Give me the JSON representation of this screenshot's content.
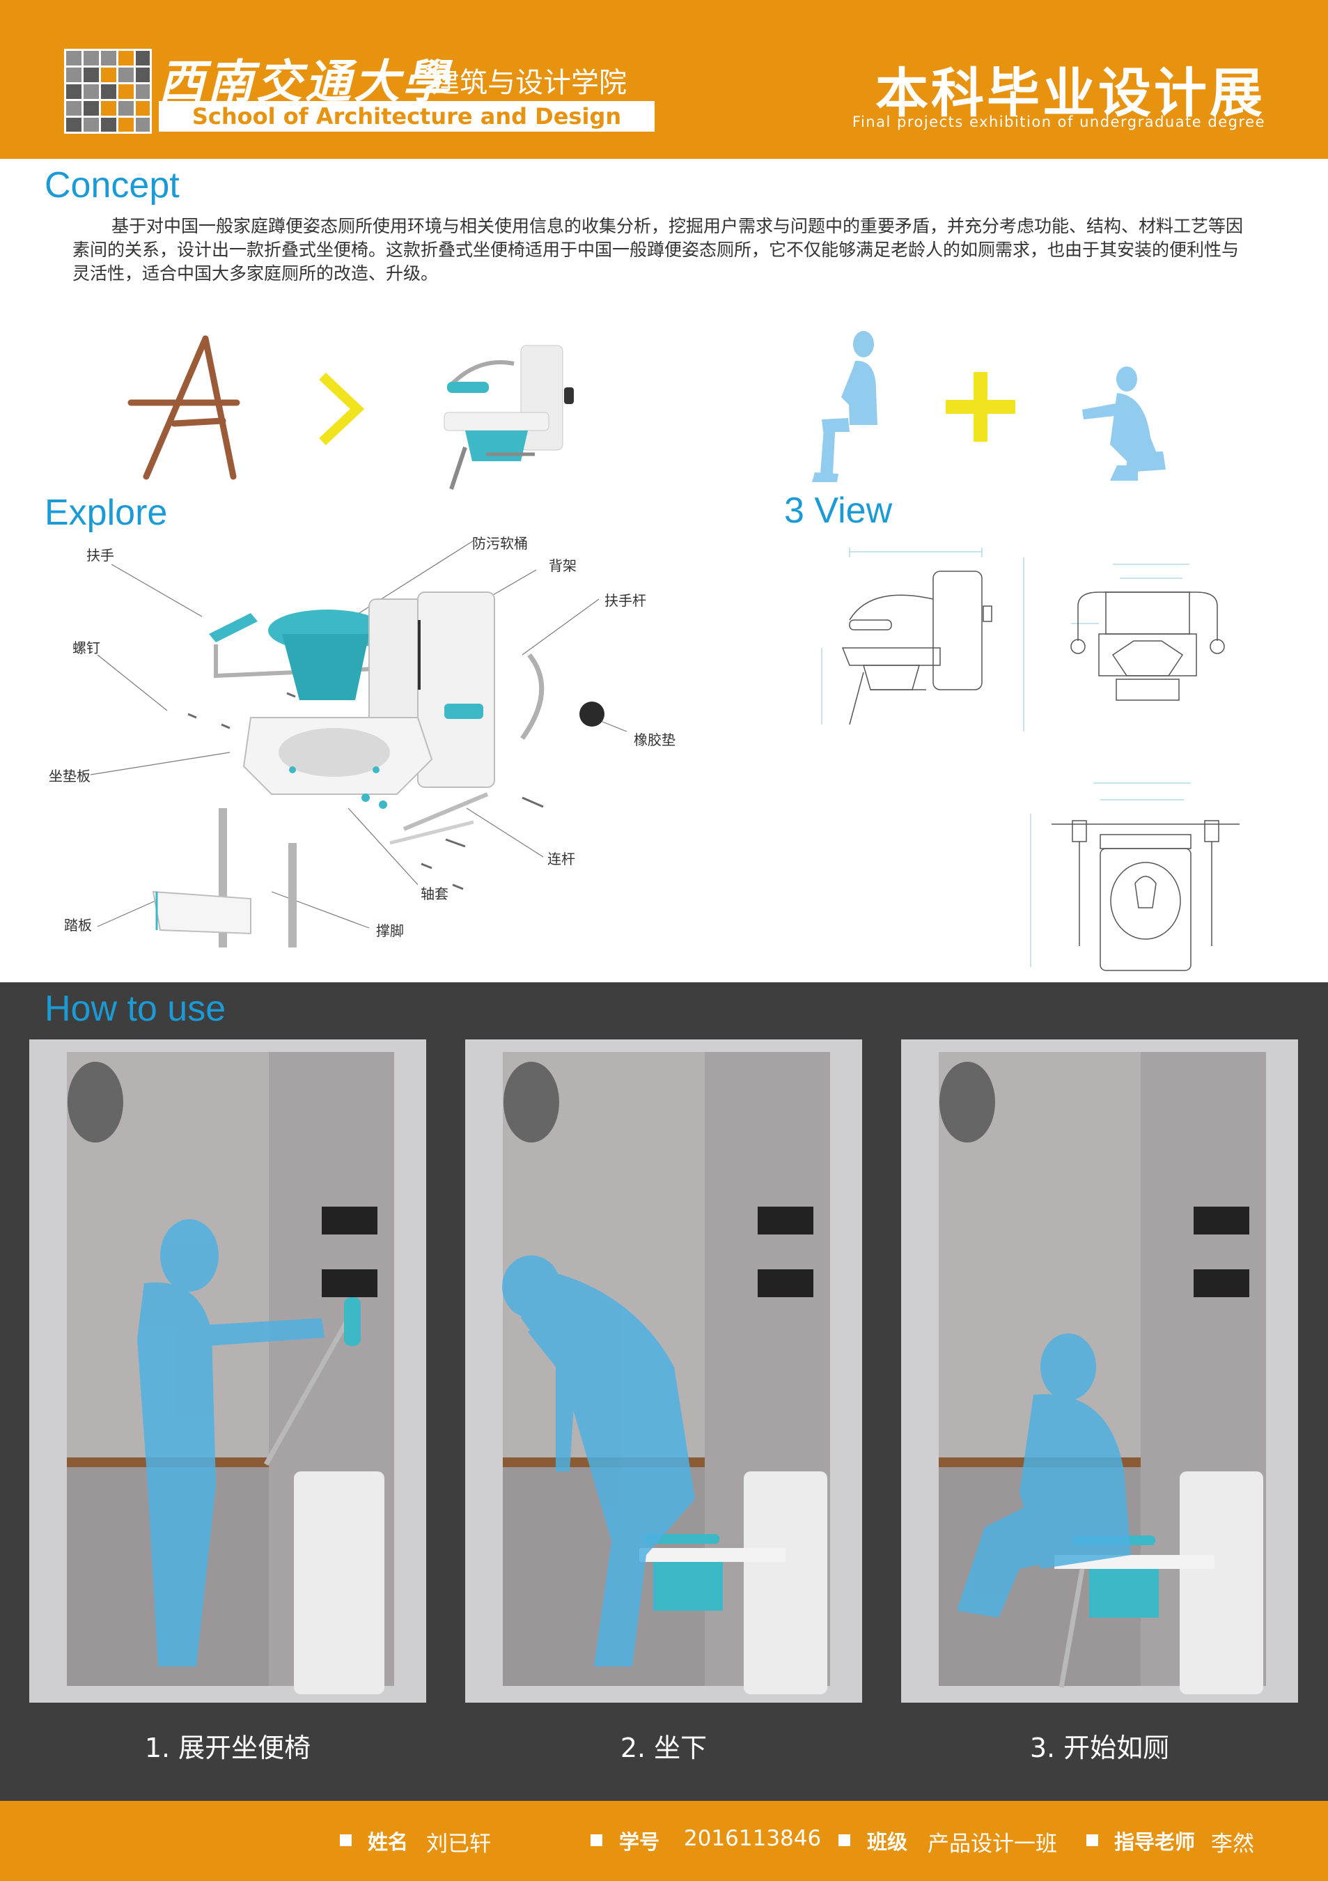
{
  "header": {
    "school_cn": "西南交通大學",
    "college_cn": "建筑与设计学院",
    "school_en": "School of Architecture and Design",
    "exhibition_title": "本科毕业设计展",
    "exhibition_subtitle": "Final projects exhibition of undergraduate degree"
  },
  "concept": {
    "title": "Concept",
    "text": "基于对中国一般家庭蹲便姿态厕所使用环境与相关使用信息的收集分析，挖掘用户需求与问题中的重要矛盾，并充分考虑功能、结构、材料工艺等因素间的关系，设计出一款折叠式坐便椅。这款折叠式坐便椅适用于中国一般蹲便姿态厕所，它不仅能够满足老龄人的如厕需求，也由于其安装的便利性与灵活性，适合中国大多家庭厕所的改造、升级。"
  },
  "explore": {
    "title": "Explore",
    "parts": {
      "armrest": "扶手",
      "bucket": "防污软桶",
      "backframe": "背架",
      "armrest_bar": "扶手杆",
      "screw": "螺钉",
      "rubber_pad": "橡胶垫",
      "seat_board": "坐垫板",
      "connecting_rod": "连杆",
      "bushing": "轴套",
      "footboard": "踏板",
      "support_leg": "撑脚"
    }
  },
  "three_view": {
    "title": "3 View"
  },
  "how_to_use": {
    "title": "How to use",
    "steps": [
      "1. 展开坐便椅",
      "2. 坐下",
      "3. 开始如厕"
    ]
  },
  "footer": {
    "name_label": "姓名",
    "name_value": "刘已轩",
    "id_label": "学号",
    "id_value": "2016113846",
    "class_label": "班级",
    "class_value": "产品设计一班",
    "advisor_label": "指导老师",
    "advisor_value": "李然"
  },
  "colors": {
    "orange": "#e8930f",
    "blue": "#1b9ad6",
    "dark": "#3e3e3e",
    "teal": "#3cb8c6",
    "yellow": "#f1e41f"
  }
}
